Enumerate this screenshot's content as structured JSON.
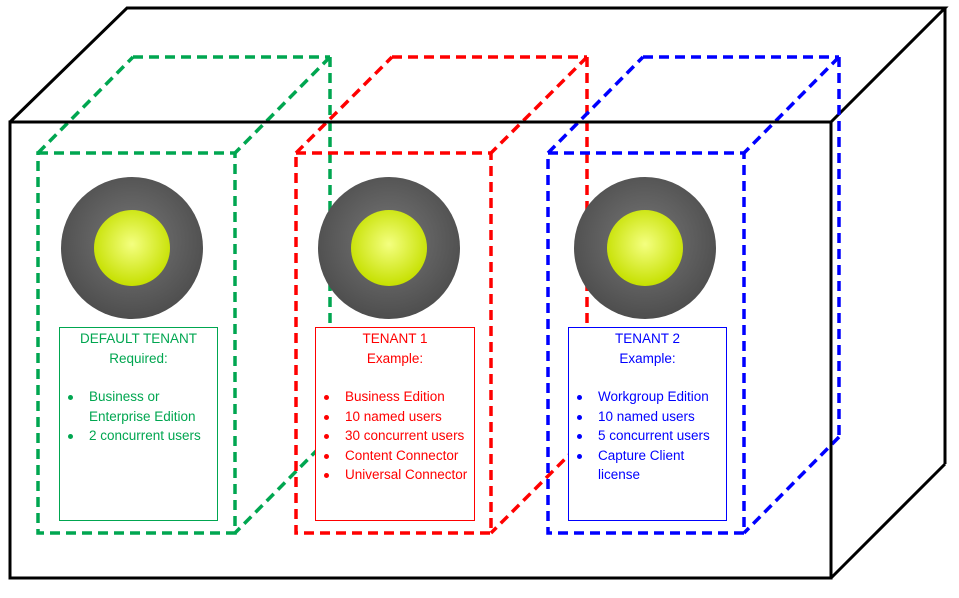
{
  "colors": {
    "outline": "#000000",
    "default_tenant": "#00a650",
    "tenant_1": "#ff0000",
    "tenant_2": "#0000ff",
    "disc_outer": "#555555",
    "disc_inner": "#d4f000"
  },
  "tenants": [
    {
      "title": "DEFAULT TENANT",
      "subtitle": "Required:",
      "items": [
        "Business or Enterprise Edition",
        "2 concurrent users"
      ]
    },
    {
      "title": "TENANT 1",
      "subtitle": "Example:",
      "items": [
        "Business Edition",
        "10 named users",
        "30 concurrent users",
        "Content Connector",
        "Universal Connector"
      ]
    },
    {
      "title": "TENANT 2",
      "subtitle": "Example:",
      "items": [
        "Workgroup Edition",
        "10 named users",
        "5 concurrent users",
        "Capture Client license"
      ]
    }
  ]
}
